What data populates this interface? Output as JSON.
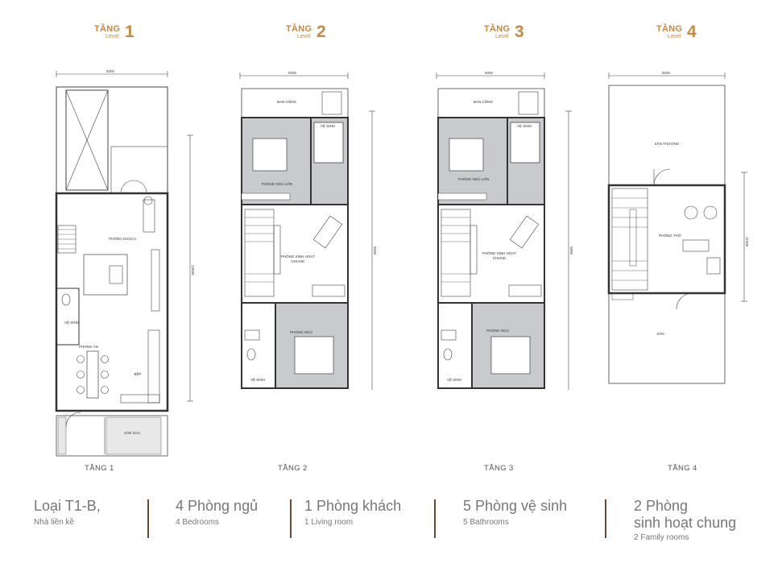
{
  "levels": [
    {
      "word": "TẦNG",
      "sub": "Level",
      "num": "1",
      "caption": "TẦNG 1"
    },
    {
      "word": "TẦNG",
      "sub": "Level",
      "num": "2",
      "caption": "TẦNG 2"
    },
    {
      "word": "TẦNG",
      "sub": "Level",
      "num": "3",
      "caption": "TẦNG 3"
    },
    {
      "word": "TẦNG",
      "sub": "Level",
      "num": "4",
      "caption": "TẦNG 4"
    }
  ],
  "dimensions": {
    "width_5000": "5000",
    "length_13500": "13500",
    "length_9000": "9000",
    "length_11500": "11500"
  },
  "rooms": {
    "phong_khach": "PHÒNG KHÁCH",
    "ve_sinh": "VỆ SINH",
    "phong_an": "PHÒNG ĂN",
    "bep": "BẾP",
    "san_sau": "SÂN SAU",
    "ban_cong": "BAN CÔNG",
    "phong_ngu_lon": "PHÒNG NGỦ LỚN",
    "phong_sinh_hoat_chung_1": "PHÒNG SINH HOẠT",
    "phong_sinh_hoat_chung_2": "CHUNG",
    "phong_ngu": "PHÒNG NGỦ",
    "san_thuong": "SÂN THƯỢNG",
    "phong_tho": "PHÒNG THỜ",
    "san": "SÂN"
  },
  "stats": [
    {
      "big": "Loại T1-B,",
      "small": "Nhà liền kề"
    },
    {
      "big": "4 Phòng ngủ",
      "small": "4 Bedrooms"
    },
    {
      "big": "1 Phòng khách",
      "small": "1  Living room"
    },
    {
      "big": "5 Phòng vệ sinh",
      "small": "5 Bathrooms"
    },
    {
      "big": "2 Phòng",
      "big2": "sinh hoạt chung",
      "small": "2 Family rooms"
    }
  ],
  "colors": {
    "accent": "#c8893e",
    "room_fill": "#c9cacd",
    "wall": "#444444",
    "divider": "#6b4a33"
  }
}
